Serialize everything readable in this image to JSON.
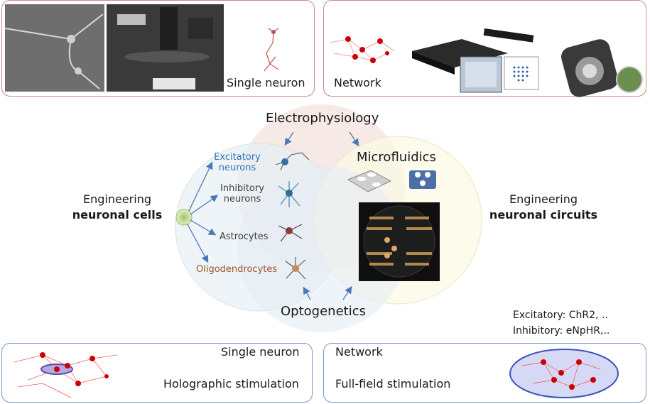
{
  "top_left": {
    "label": "Single neuron"
  },
  "top_right": {
    "label": "Network"
  },
  "venn": {
    "top": "Electrophysiology",
    "right_top": "Microfluidics",
    "bottom": "Optogenetics"
  },
  "left_heading": {
    "line1": "Engineering",
    "line2": "neuronal cells"
  },
  "right_heading": {
    "line1": "Engineering",
    "line2": "neuronal circuits"
  },
  "cell_types": [
    {
      "line1": "Excitatory",
      "line2": "neurons",
      "color": "#2e74b5"
    },
    {
      "line1": "Inhibitory",
      "line2": "neurons",
      "color": "#404040"
    },
    {
      "line1": "Astrocytes",
      "line2": "",
      "color": "#404040"
    },
    {
      "line1": "Oligodendrocytes",
      "line2": "",
      "color": "#a0522d"
    }
  ],
  "opsins": {
    "excitatory": "Excitatory: ChR2, ..",
    "inhibitory": "Inhibitory: eNpHR,.."
  },
  "bottom_left": {
    "title": "Single neuron",
    "subtitle": "Holographic stimulation"
  },
  "bottom_right": {
    "title": "Network",
    "subtitle": "Full-field stimulation"
  },
  "colors": {
    "top_border": "#c98a8a",
    "bottom_border": "#7c97c4",
    "arrow": "#4a79b8"
  }
}
